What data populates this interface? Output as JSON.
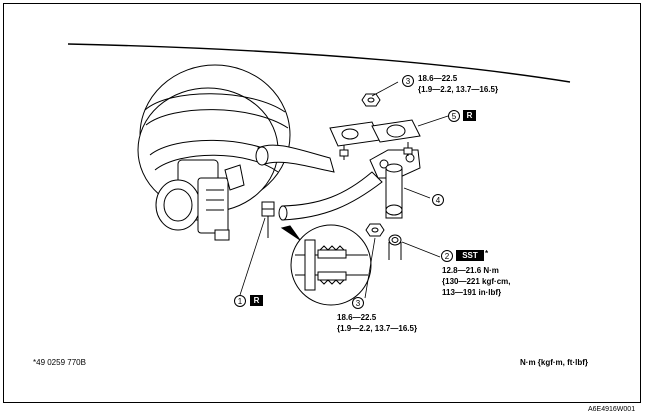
{
  "callouts": {
    "c1": "1",
    "c2": "2",
    "c3a": "3",
    "c3b": "3",
    "c4": "4",
    "c5": "5"
  },
  "badges": {
    "r1": "R",
    "r5": "R",
    "sst": "SST",
    "sst_mark": "*"
  },
  "torque_top": {
    "line1": "18.6—22.5",
    "line2": "{1.9—2.2, 13.7—16.5}"
  },
  "torque_bottom": {
    "line1": "18.6—22.5",
    "line2": "{1.9—2.2, 13.7—16.5}"
  },
  "torque_sst": {
    "line1": "12.8—21.6 N·m",
    "line2": "{130—221 kgf·cm,",
    "line3": "113—191 in·lbf}"
  },
  "footnote": "*49 0259 770B",
  "units": "N·m {kgf·m, ft·lbf}",
  "figure_code": "A6E4916W001"
}
